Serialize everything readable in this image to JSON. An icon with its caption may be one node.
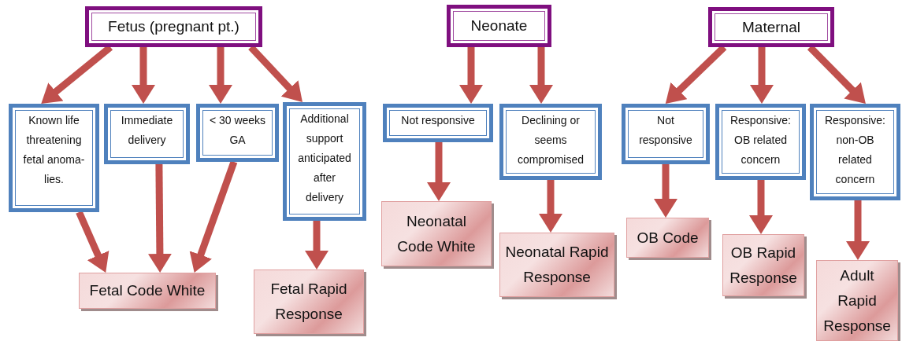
{
  "diagram": {
    "nodes": [
      {
        "text": [
          "Fetus (pregnant pt.)"
        ]
      },
      {
        "text": [
          "Known life threatening fetal anoma- lies."
        ]
      },
      {
        "text": [
          "Immediate delivery"
        ]
      },
      {
        "text": [
          "< 30 weeks GA"
        ]
      },
      {
        "text": [
          "Additional support anticipated after delivery"
        ]
      },
      {
        "text": [
          "Fetal Code White"
        ]
      },
      {
        "text": [
          "Fetal Rapid Response"
        ]
      },
      {
        "text": [
          "Neonate"
        ]
      },
      {
        "text": [
          "Not responsive"
        ]
      },
      {
        "text": [
          "Declining or seems compromised"
        ]
      },
      {
        "text": [
          "Neonatal Code White"
        ]
      },
      {
        "text": [
          "Neonatal Rapid Response"
        ]
      },
      {
        "text": [
          "Maternal"
        ]
      },
      {
        "text": [
          "Not responsive"
        ]
      },
      {
        "text": [
          "Responsive: OB related concern"
        ]
      },
      {
        "text": [
          "Responsive: non-OB related concern"
        ]
      },
      {
        "text": [
          "OB Code"
        ]
      },
      {
        "text": [
          "OB Rapid Response"
        ]
      },
      {
        "text": [
          "Adult Rapid Response"
        ]
      }
    ],
    "edges": [
      {
        "from": 0,
        "to": 1,
        "arrow": "to"
      },
      {
        "from": 0,
        "to": 2,
        "arrow": "to"
      },
      {
        "from": 0,
        "to": 3,
        "arrow": "to"
      },
      {
        "from": 0,
        "to": 4,
        "arrow": "to"
      },
      {
        "from": 1,
        "to": 5,
        "arrow": "to"
      },
      {
        "from": 2,
        "to": 5,
        "arrow": "to"
      },
      {
        "from": 3,
        "to": 5,
        "arrow": "to"
      },
      {
        "from": 4,
        "to": 6,
        "arrow": "to"
      },
      {
        "from": 7,
        "to": 8,
        "arrow": "to"
      },
      {
        "from": 7,
        "to": 9,
        "arrow": "to"
      },
      {
        "from": 8,
        "to": 10,
        "arrow": "to"
      },
      {
        "from": 9,
        "to": 11,
        "arrow": "to"
      },
      {
        "from": 12,
        "to": 13,
        "arrow": "to"
      },
      {
        "from": 12,
        "to": 14,
        "arrow": "to"
      },
      {
        "from": 12,
        "to": 15,
        "arrow": "to"
      },
      {
        "from": 13,
        "to": 16,
        "arrow": "to"
      },
      {
        "from": 14,
        "to": 17,
        "arrow": "to"
      },
      {
        "from": 15,
        "to": 18,
        "arrow": "to"
      }
    ]
  }
}
